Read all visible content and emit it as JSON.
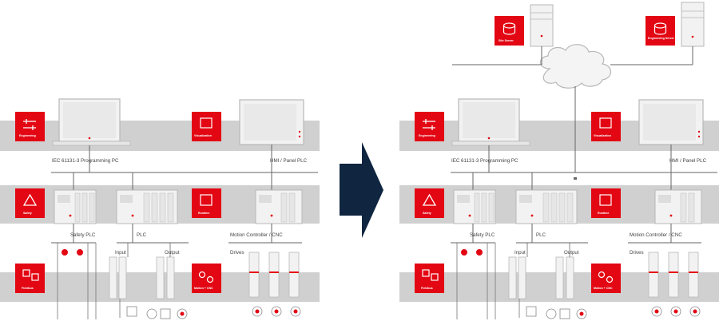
{
  "colors": {
    "band": "#cfcfcf",
    "red": "#e30613",
    "navy": "#0f2540",
    "line": "#666666",
    "device": "#f2f2f2",
    "device_edge": "#b8b8b8"
  },
  "tags": {
    "engineering": "Engineering",
    "visualization": "Visualization",
    "safety": "Safety",
    "runtime": "Runtime",
    "fieldbus": "Fieldbus",
    "motion_cnc": "Motion + CNC",
    "site_server": "Site Server",
    "engineering_server": "Engineering Server"
  },
  "labels": {
    "programming_pc": "IEC 61131-3 Programming PC",
    "hmi": "HMI / Panel PLC",
    "safety_plc": "Safety PLC",
    "plc": "PLC",
    "motion_controller": "Motion Controller / CNC",
    "input": "Input",
    "output": "Output",
    "drives": "Drives"
  },
  "icons": {
    "arrow": "right-arrow-icon",
    "cloud": "cloud-icon",
    "server": "server-icon"
  }
}
